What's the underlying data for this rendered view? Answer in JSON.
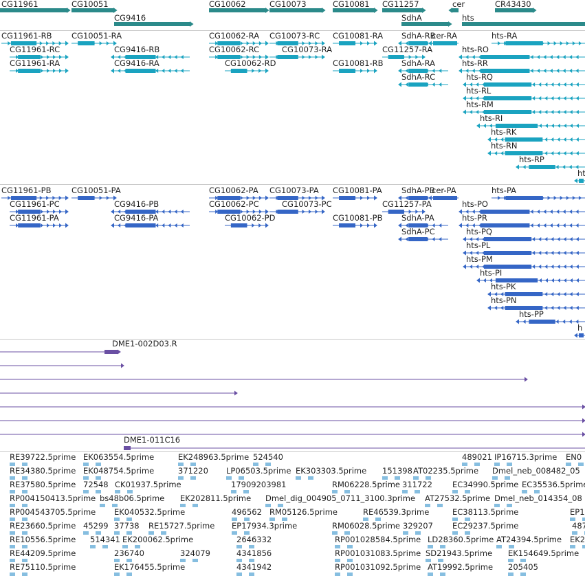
{
  "colors": {
    "gene": "#2b8a8a",
    "transcript_top": "#1aa3c0",
    "transcript_bottom": "#3566c6",
    "cdna": "#6a4fa3",
    "est": "#86bee0",
    "divider": "#c8c8c8"
  },
  "genes": [
    {
      "label": "CG11961"
    },
    {
      "label": "CG10051"
    },
    {
      "label": "CG9416"
    },
    {
      "label": "CG10062"
    },
    {
      "label": "CG10073"
    },
    {
      "label": "CG10081"
    },
    {
      "label": "CG11257"
    },
    {
      "label": "SdhA"
    },
    {
      "label": "cer"
    },
    {
      "label": "CR43430"
    },
    {
      "label": "hts"
    }
  ],
  "transcripts_top": [
    {
      "label": "CG11961-RB"
    },
    {
      "label": "CG11961-RC"
    },
    {
      "label": "CG11961-RA"
    },
    {
      "label": "CG10051-RA"
    },
    {
      "label": "CG9416-RB"
    },
    {
      "label": "CG9416-RA"
    },
    {
      "label": "CG10062-RA"
    },
    {
      "label": "CG10062-RC"
    },
    {
      "label": "CG10062-RD"
    },
    {
      "label": "CG10073-RC"
    },
    {
      "label": "CG10073-RA"
    },
    {
      "label": "CG10081-RA"
    },
    {
      "label": "CG10081-RB"
    },
    {
      "label": "CG11257-RA"
    },
    {
      "label": "SdhA-RB"
    },
    {
      "label": "SdhA-RA"
    },
    {
      "label": "SdhA-RC"
    },
    {
      "label": "cer-RA"
    },
    {
      "label": "hts-RA"
    },
    {
      "label": "hts-RO"
    },
    {
      "label": "hts-RR"
    },
    {
      "label": "hts-RQ"
    },
    {
      "label": "hts-RL"
    },
    {
      "label": "hts-RM"
    },
    {
      "label": "hts-RI"
    },
    {
      "label": "hts-RK"
    },
    {
      "label": "hts-RN"
    },
    {
      "label": "hts-RP"
    },
    {
      "label": "ht"
    }
  ],
  "transcripts_bottom": [
    {
      "label": "CG11961-PB"
    },
    {
      "label": "CG11961-PC"
    },
    {
      "label": "CG11961-PA"
    },
    {
      "label": "CG10051-PA"
    },
    {
      "label": "CG9416-PB"
    },
    {
      "label": "CG9416-PA"
    },
    {
      "label": "CG10062-PA"
    },
    {
      "label": "CG10062-PC"
    },
    {
      "label": "CG10062-PD"
    },
    {
      "label": "CG10073-PA"
    },
    {
      "label": "CG10073-PC"
    },
    {
      "label": "CG10081-PA"
    },
    {
      "label": "CG10081-PB"
    },
    {
      "label": "CG11257-PA"
    },
    {
      "label": "SdhA-PB"
    },
    {
      "label": "SdhA-PA"
    },
    {
      "label": "SdhA-PC"
    },
    {
      "label": "cer-PA"
    },
    {
      "label": "hts-PA"
    },
    {
      "label": "hts-PO"
    },
    {
      "label": "hts-PR"
    },
    {
      "label": "hts-PQ"
    },
    {
      "label": "hts-PL"
    },
    {
      "label": "hts-PM"
    },
    {
      "label": "hts-PI"
    },
    {
      "label": "hts-PK"
    },
    {
      "label": "hts-PN"
    },
    {
      "label": "hts-PP"
    },
    {
      "label": "h"
    }
  ],
  "cdna_tracks": [
    {
      "label": "DME1-002D03.R"
    },
    {
      "label": "DME1-011C16"
    }
  ],
  "est_labels": [
    "RE39722.5prime",
    "EK063554.5prime",
    "EK248963.5prime",
    "524540",
    "489021",
    "IP16715.3prime",
    "EN0",
    "RE34380.5prime",
    "EK048754.5prime",
    "371220",
    "LP06503.5prime",
    "EK303303.5prime",
    "151398",
    "AT02235.5prime",
    "Dmel_neb_008482_05",
    "RE37580.5prime",
    "72548",
    "CK01937.5prime",
    "17909203981",
    "RM06228.5prime",
    "311722",
    "EC34990.5prime",
    "EC35536.5prime",
    "RP004150413.5prime",
    "bs48b06.5prime",
    "EK202811.5prime",
    "Dmel_dig_004905_0711_3100.3prime",
    "AT27532.5prime",
    "Dmel_neb_014354_08",
    "RP004543705.5prime",
    "EK040532.5prime",
    "496562",
    "RM05126.5prime",
    "RE46539.3prime",
    "EC38113.5prime",
    "EP1",
    "RE23660.5prime",
    "45299",
    "37738",
    "RE15727.5prime",
    "EP17934.3prime",
    "RM06028.5prime",
    "329207",
    "EC29237.5prime",
    "487",
    "RE10556.5prime",
    "514341",
    "EK200062.5prime",
    "2646332",
    "RP001028584.5prime",
    "LD28360.5prime",
    "AT24394.5prime",
    "EK2",
    "RE44209.5prime",
    "236740",
    "324079",
    "4341856",
    "RP001031083.5prime",
    "SD21943.5prime",
    "EK154649.5prime",
    "RE75110.5prime",
    "EK176455.5prime",
    "4341942",
    "RP001031092.5prime",
    "AT19992.5prime",
    "205405"
  ]
}
